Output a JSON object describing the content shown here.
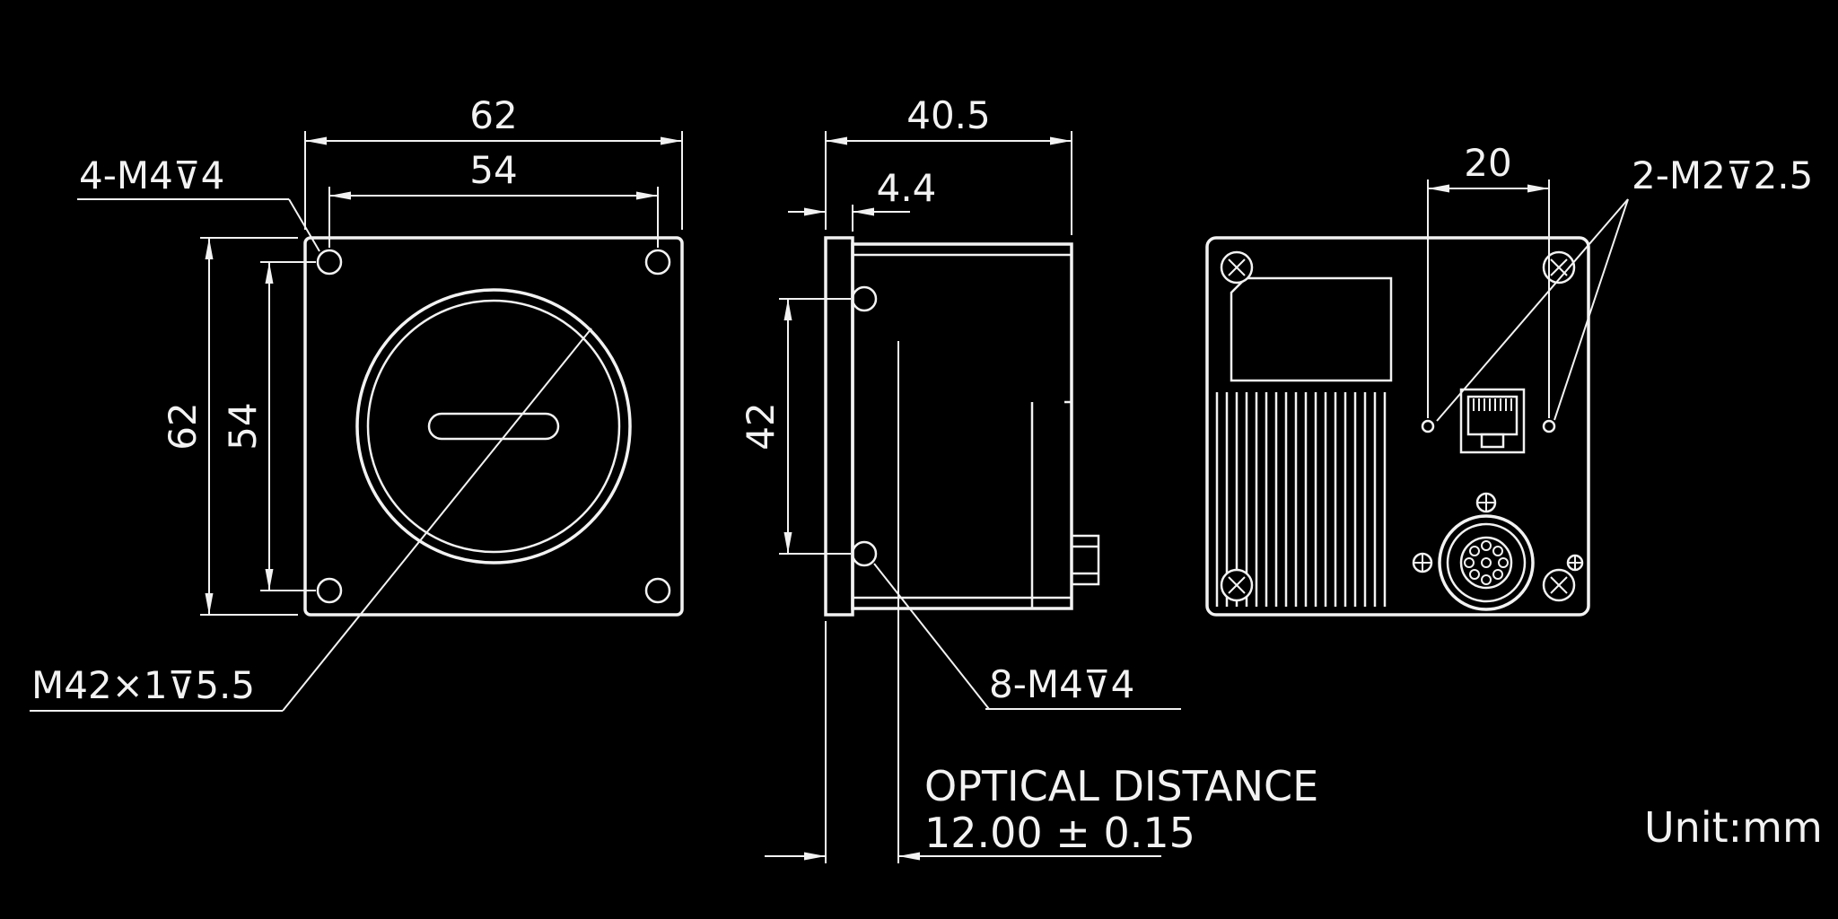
{
  "drawing": {
    "unit_note": "Unit:mm",
    "background_color": "#000000",
    "line_color": "#f2f2f2"
  },
  "front_view": {
    "dims": {
      "width_outer": "62",
      "width_holes": "54",
      "height_outer": "62",
      "height_holes": "54"
    },
    "labels": {
      "corner_holes": "4-M4⊽4",
      "lens_mount": "M42×1⊽5.5"
    }
  },
  "side_view": {
    "dims": {
      "depth": "40.5",
      "flange_thickness": "4.4",
      "side_hole_spacing": "42"
    },
    "labels": {
      "side_holes": "8-M4⊽4",
      "optical_distance_title": "OPTICAL DISTANCE",
      "optical_distance_value": "12.00 ± 0.15"
    }
  },
  "back_view": {
    "dims": {
      "m2_hole_spacing": "20"
    },
    "labels": {
      "m2_holes": "2-M2⊽2.5"
    }
  }
}
